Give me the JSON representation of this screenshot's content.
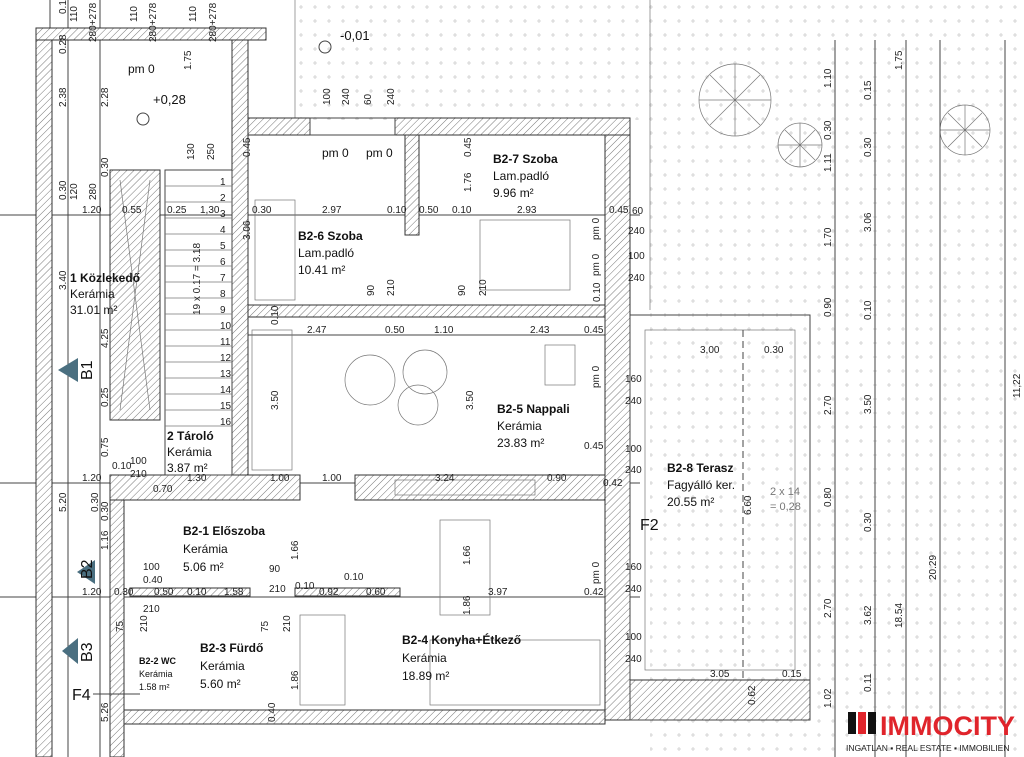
{
  "plan": {
    "rooms": [
      {
        "title": "1 Közlekedő",
        "material": "Kerámia",
        "area": "31.01 m²"
      },
      {
        "title": "2 Tároló",
        "material": "Kerámia",
        "area": "3.87 m²"
      },
      {
        "title": "B2-6 Szoba",
        "material": "Lam.padló",
        "area": "10.41 m²"
      },
      {
        "title": "B2-7 Szoba",
        "material": "Lam.padló",
        "area": "9.96 m²"
      },
      {
        "title": "B2-5 Nappali",
        "material": "Kerámia",
        "area": "23.83 m²"
      },
      {
        "title": "B2-8 Terasz",
        "material": "Fagyálló ker.",
        "area": "20.55 m²"
      },
      {
        "title": "B2-1 Előszoba",
        "material": "Kerámia",
        "area": "5.06 m²"
      },
      {
        "title": "B2-2 WC",
        "material": "Kerámia",
        "area": "1.58 m²"
      },
      {
        "title": "B2-3 Fürdő",
        "material": "Kerámia",
        "area": "5.60 m²"
      },
      {
        "title": "B2-4 Konyha+Étkező",
        "material": "Kerámia",
        "area": "18.89 m²"
      }
    ],
    "levels": [
      "-0,01",
      "+0,28",
      "pm 0",
      "pm 0",
      "pm 0"
    ],
    "markers": [
      "B1",
      "B2",
      "B3",
      "F2",
      "F4"
    ],
    "stair_formula": "19 x 0.17 = 3.18",
    "stair_steps": [
      "1",
      "2",
      "3",
      "4",
      "5",
      "6",
      "7",
      "8",
      "9",
      "10",
      "11",
      "12",
      "13",
      "14",
      "15",
      "16"
    ],
    "terrace_slope": [
      "2 x 14",
      "= 0,28"
    ],
    "dimensions": [
      "1.20",
      "0.55",
      "0.25",
      "1,30",
      "0.30",
      "2.97",
      "0.10",
      "0.50",
      "0.10",
      "2.93",
      "0.45",
      "2.47",
      "0.50",
      "1.10",
      "2.43",
      "0.45",
      "1.20",
      "1.30",
      "1.00",
      "1.00",
      "3.24",
      "0.90",
      "1.20",
      "0.30",
      "0.50",
      "0.10",
      "1.58",
      "0.92",
      "0.60",
      "3.97",
      "0.42",
      "3,00",
      "0.30",
      "3.05",
      "0.15",
      "1.10",
      "0.30",
      "1.11",
      "1.70",
      "0.90",
      "2.70",
      "0.80",
      "2.70",
      "1.02",
      "0.15",
      "0.30",
      "3.06",
      "0.10",
      "3.50",
      "0.30",
      "3.62",
      "0.11",
      "1.75",
      "18.54",
      "20.29",
      "11,22",
      "0.28",
      "2.38",
      "2.28",
      "0.30",
      "120",
      "280",
      "0.30",
      "3.40",
      "4.25",
      "0.25",
      "0.75",
      "5.20",
      "0.30",
      "1.16",
      "5.26",
      "0.10",
      "110",
      "280+278",
      "110",
      "280+278",
      "110",
      "280+278",
      "1.75",
      "100",
      "240",
      "60",
      "240",
      "130",
      "250",
      "0.45",
      "3.06",
      "0.45",
      "1.76",
      "90",
      "210",
      "90",
      "210",
      "3.50",
      "3.50",
      "0.10",
      "60",
      "240",
      "100",
      "240",
      "160",
      "240",
      "100",
      "240",
      "160",
      "240",
      "100",
      "240",
      "pm 0",
      "pm 0",
      "pm 0",
      "pm 0",
      "100",
      "210",
      "0.70",
      "0.10",
      "100",
      "210",
      "0.40",
      "90",
      "210",
      "0.10",
      "0.10",
      "75",
      "210",
      "75",
      "210",
      "1.66",
      "1.86",
      "1.66",
      "1.86",
      "6.60",
      "0.62",
      "0.30",
      "0.10",
      "0.45",
      "0.42",
      "0.40"
    ],
    "logo": {
      "brand": "IMMOCITY",
      "tagline": "INGATLAN ▪ REAL ESTATE ▪ IMMOBILIEN",
      "brand_color": "#e0242b"
    }
  }
}
